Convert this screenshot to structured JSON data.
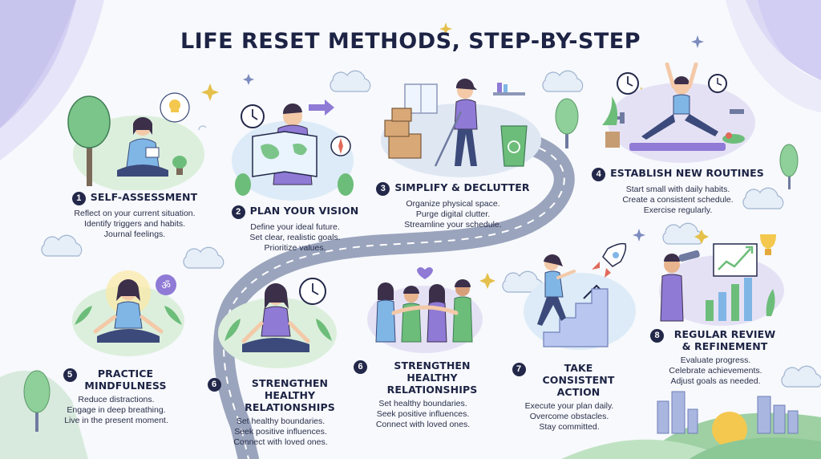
{
  "title": "LIFE RESET METHODS, STEP-BY-STEP",
  "colors": {
    "accent_purple": "#8f7ad6",
    "accent_green": "#6dbd7a",
    "accent_blue": "#b9d5ee",
    "ink": "#1d2344",
    "road": "#9aa4bd"
  },
  "steps": [
    {
      "number": "1",
      "title": "SELF-ASSESSMENT",
      "lines": [
        "Reflect on your current situation.",
        "Identify triggers and habits.",
        "Journal feelings."
      ]
    },
    {
      "number": "2",
      "title": "PLAN YOUR VISION",
      "lines": [
        "Define your ideal future.",
        "Set clear, realistic goals.",
        "Prioritize values."
      ]
    },
    {
      "number": "3",
      "title": "SIMPLIFY & DECLUTTER",
      "lines": [
        "Organize physical space.",
        "Purge digital clutter.",
        "Streamline your schedule."
      ]
    },
    {
      "number": "4",
      "title": "ESTABLISH NEW ROUTINES",
      "lines": [
        "Start small with daily habits.",
        "Create a consistent schedule.",
        "Exercise regularly."
      ]
    },
    {
      "number": "5",
      "title": "PRACTICE MINDFULNESS",
      "lines": [
        "Reduce distractions.",
        "Engage in deep breathing.",
        "Live in the present moment."
      ]
    },
    {
      "number": "6",
      "title": "STRENGTHEN HEALTHY RELATIONSHIPS",
      "lines": [
        "Set healthy boundaries.",
        "Seek positive influences.",
        "Connect with loved ones."
      ]
    },
    {
      "number": "6",
      "title": "STRENGTHEN HEALTHY RELATIONSHIPS",
      "lines": [
        "Set healthy boundaries.",
        "Seek positive influences.",
        "Connect with loved ones."
      ]
    },
    {
      "number": "7",
      "title": "TAKE CONSISTENT ACTION",
      "lines": [
        "Execute your plan daily.",
        "Overcome obstacles.",
        "Stay committed."
      ]
    },
    {
      "number": "8",
      "title": "REGULAR REVIEW & REFINEMENT",
      "lines": [
        "Evaluate progress.",
        "Celebrate achievements.",
        "Adjust goals as needed."
      ]
    }
  ]
}
